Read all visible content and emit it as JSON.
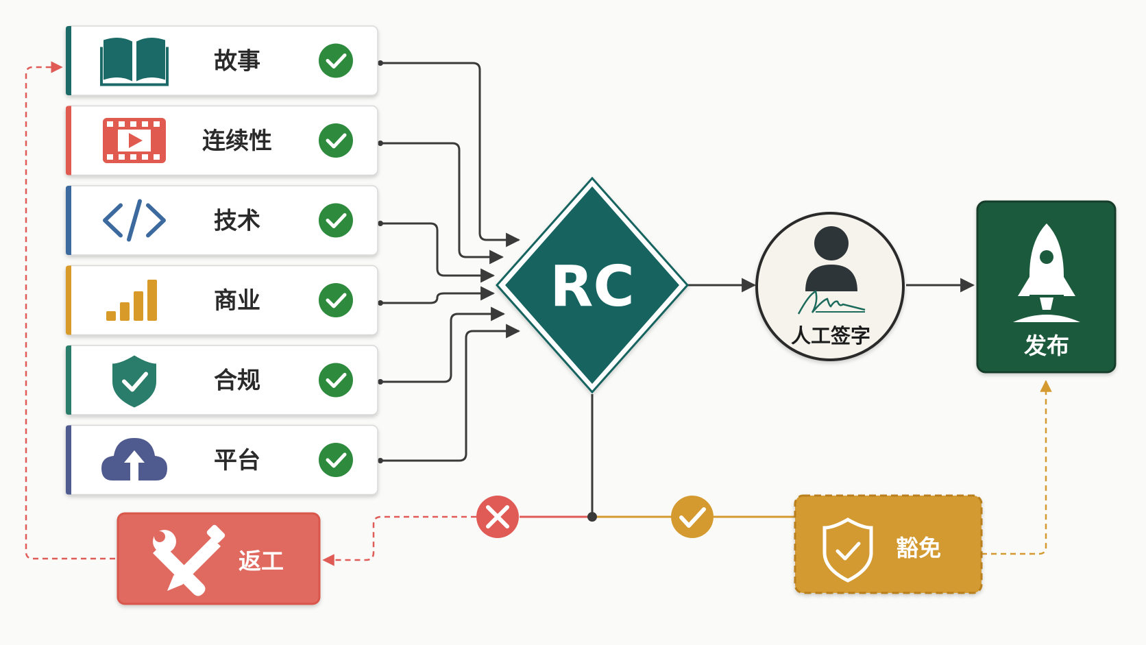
{
  "checks": [
    {
      "label": "故事",
      "icon": "book-icon",
      "accent": "#1b6b67"
    },
    {
      "label": "连续性",
      "icon": "film-icon",
      "accent": "#e05a4f"
    },
    {
      "label": "技术",
      "icon": "code-icon",
      "accent": "#3c6a9e"
    },
    {
      "label": "商业",
      "icon": "bar-chart-icon",
      "accent": "#d89b2a"
    },
    {
      "label": "合规",
      "icon": "shield-check-icon",
      "accent": "#2c7d6a"
    },
    {
      "label": "平台",
      "icon": "cloud-upload-icon",
      "accent": "#4f5a8f"
    }
  ],
  "gate": {
    "label": "RC"
  },
  "signoff": {
    "label": "人工签字",
    "icon": "person-signature-icon"
  },
  "release": {
    "label": "发布",
    "icon": "rocket-icon"
  },
  "rework": {
    "label": "返工",
    "icon": "tools-icon"
  },
  "waiver": {
    "label": "豁免",
    "icon": "shield-check-icon"
  },
  "colors": {
    "teal": "#12635f",
    "green_check": "#2e8b3e",
    "release_green": "#1e5a3e",
    "rework_red": "#e06a5f",
    "reject_red": "#e05a56",
    "waiver_gold": "#d49a30",
    "line": "#3a3a3a"
  }
}
